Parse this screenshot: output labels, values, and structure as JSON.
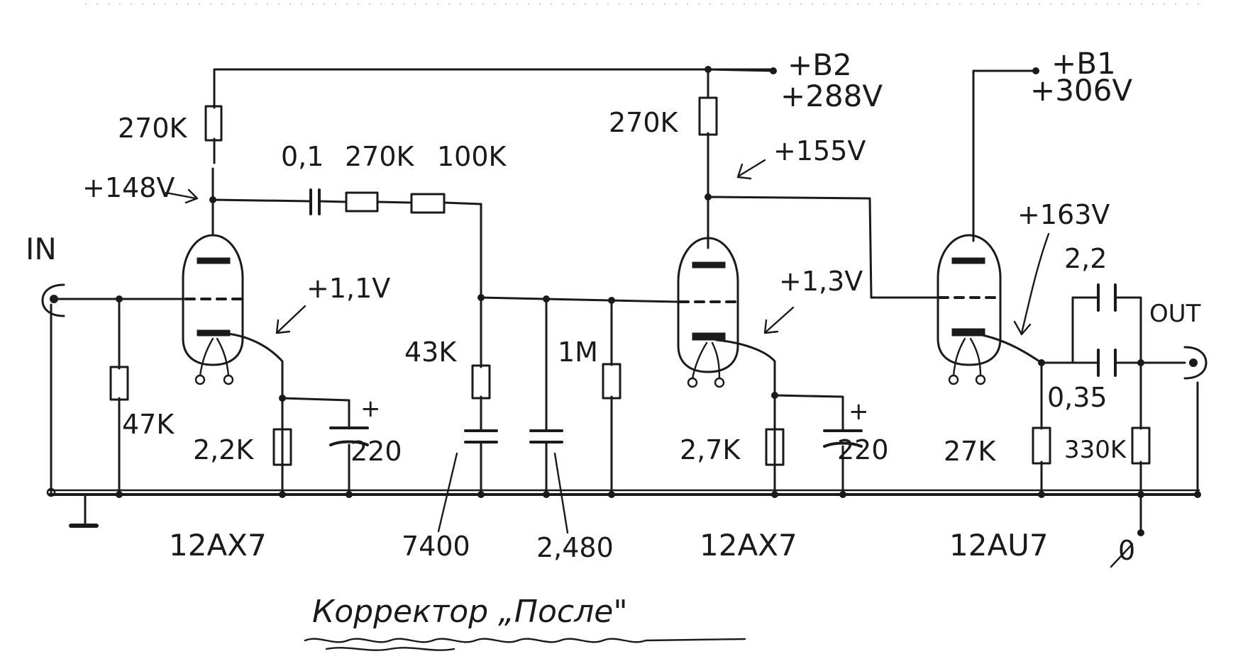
{
  "supplies": {
    "b2_name": "+B2",
    "b2_voltage": "+288V",
    "b1_name": "+B1",
    "b1_voltage": "+306V"
  },
  "stage1": {
    "plate_resistor": "270K",
    "plate_voltage": "+148V",
    "cathode_voltage": "+1,1V",
    "grid_resistor": "47K",
    "cathode_resistor": "2,2K",
    "bypass_cap": "220",
    "tube": "12AX7"
  },
  "network": {
    "coupling_cap": "0,1",
    "series_r1": "270K",
    "series_r2": "100K",
    "shunt_r": "43K",
    "shunt_c1": "7400",
    "shunt_c2": "2,480",
    "grid_leak": "1M"
  },
  "stage2": {
    "plate_resistor": "270K",
    "plate_voltage": "+155V",
    "cathode_voltage": "+1,3V",
    "cathode_resistor": "2,7K",
    "bypass_cap": "220",
    "tube": "12AX7"
  },
  "stage3": {
    "cathode_voltage": "+163V",
    "cap_top": "2,2",
    "cap_bottom": "0,35",
    "cathode_resistor": "27K",
    "output_resistor": "330K",
    "tube": "12AU7"
  },
  "io": {
    "input_label": "IN",
    "output_label": "OUT",
    "ground_mark": "0"
  },
  "title": "Корректор „После\""
}
